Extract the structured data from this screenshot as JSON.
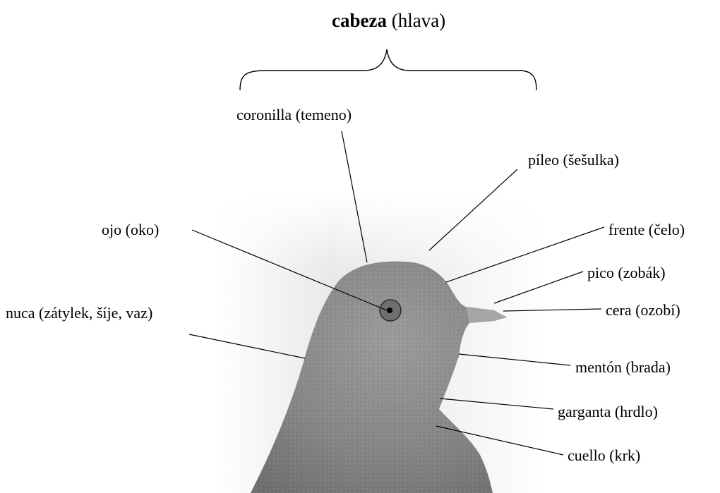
{
  "title": {
    "bold": "cabeza",
    "normal": "(hlava)"
  },
  "labels": {
    "coronilla": "coronilla (temeno)",
    "pileo": "píleo (šešulka)",
    "ojo": "ojo (oko)",
    "frente": "frente (čelo)",
    "pico": "pico (zobák)",
    "nuca": "nuca (zátylek, šíje, vaz)",
    "cera": "cera (ozobí)",
    "menton": "mentón (brada)",
    "garganta": "garganta (hrdlo)",
    "cuello": "cuello (krk)"
  },
  "colors": {
    "ink": "#000000",
    "bird": "#8a8a8a",
    "background_fade": "#d6d6d6"
  }
}
